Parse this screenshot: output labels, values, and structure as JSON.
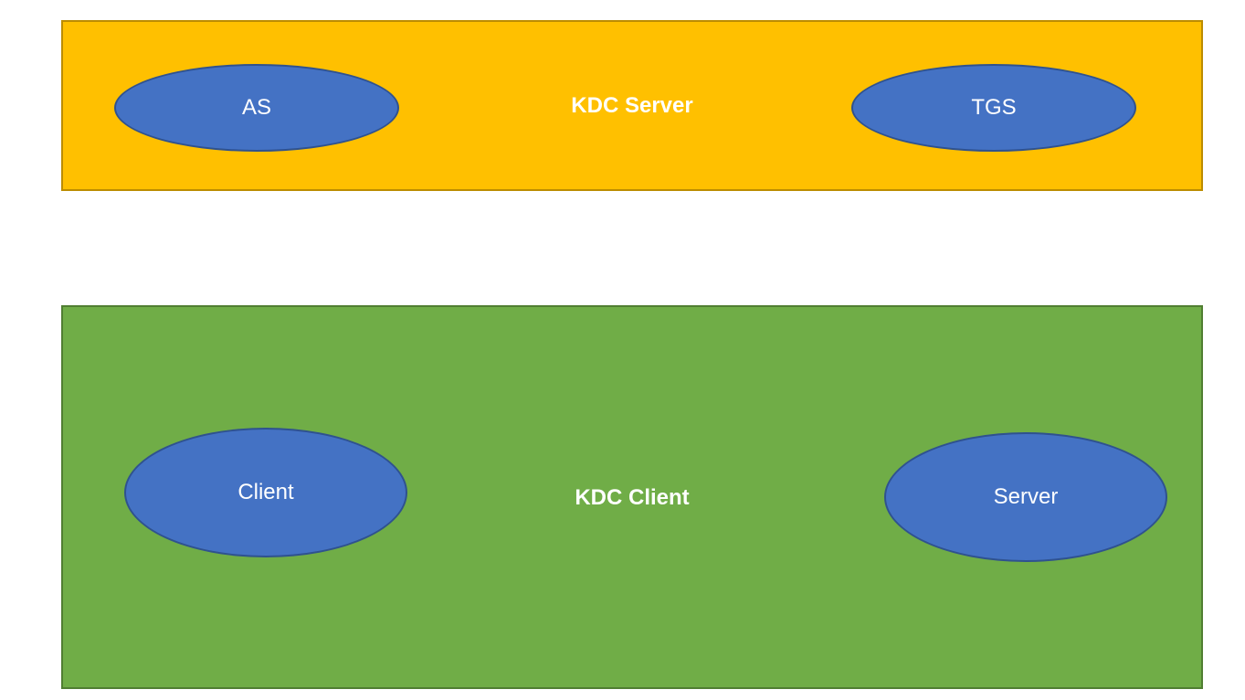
{
  "kdc_server": {
    "title": "KDC Server",
    "color": "#FFC000",
    "nodes": {
      "as": "AS",
      "tgs": "TGS"
    }
  },
  "kdc_client": {
    "title": "KDC Client",
    "color": "#70AD47",
    "nodes": {
      "client": "Client",
      "server": "Server"
    }
  },
  "node_color": "#4472C4"
}
